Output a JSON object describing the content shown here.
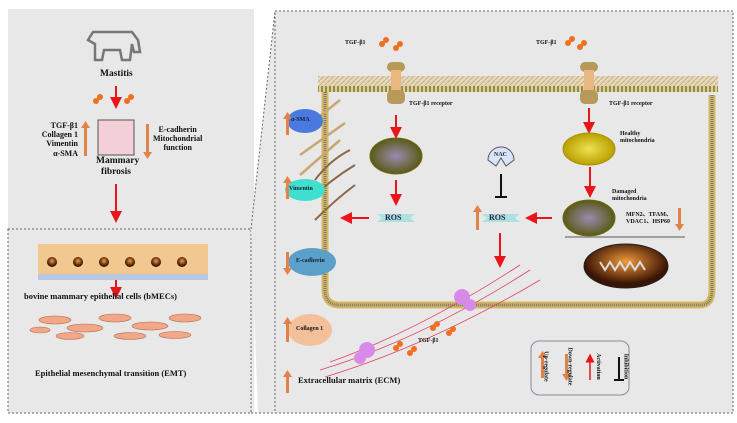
{
  "left_panel": {
    "mastitis": "Mastitis",
    "upregulated": [
      "TGF-β1",
      "Collagen 1",
      "Vimentin",
      "α-SMA"
    ],
    "downregulated": [
      "E-cadherin",
      "Mitochondrial",
      "function"
    ],
    "fibrosis": [
      "Mammary",
      "fibrosis"
    ],
    "cells_label": "bovine mammary epithelial cells (bMECs)",
    "emt_label": "Epithelial mesenchymal transition (EMT)"
  },
  "right_panel": {
    "tgf_left": "TGF-β1",
    "tgf_right": "TGF-β1",
    "receptor_left": "TGF-β1 receptor",
    "receptor_right": "TGF-β1 receptor",
    "healthy": [
      "Healthy",
      "mitochondria"
    ],
    "damaged": [
      "Damaged",
      "mitochondria"
    ],
    "genes": [
      "MFN2、TFAM、",
      "VDAC1、HSP60"
    ],
    "nac": "NAC",
    "ros_left": "ROS",
    "ros_right": "ROS",
    "asma": "α-SMA",
    "vimentin": "Vimentin",
    "ecadherin": "E-cadherin",
    "collagen": "Collagen 1",
    "tgf_bottom": "TGF-β1",
    "ecm": "Extracellular matrix (ECM)"
  },
  "legend": {
    "items": [
      "Up-regulate",
      "Down-regulate",
      "Activation",
      "Inhibition"
    ]
  },
  "colors": {
    "activation": "#e8151b",
    "regulate": "#e0834a",
    "background": "#e8e8e8",
    "membrane": "#d6b863"
  }
}
